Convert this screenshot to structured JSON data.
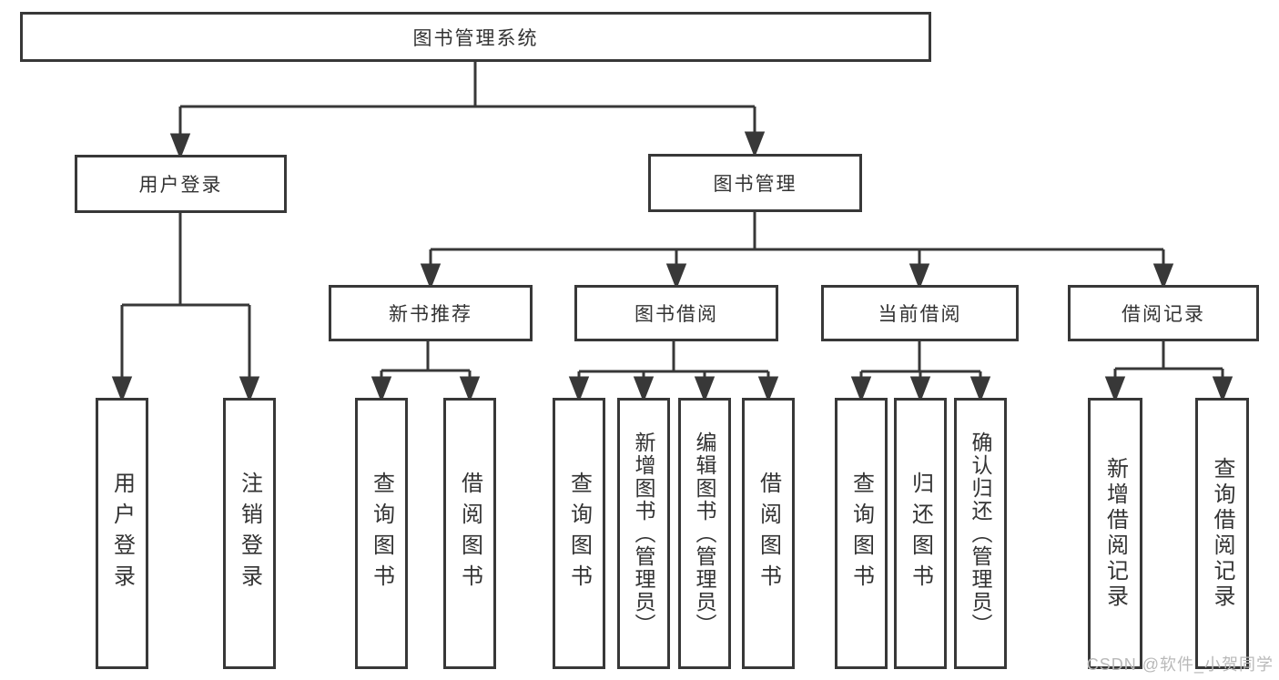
{
  "diagram": {
    "root": {
      "id": "library-system",
      "label": "图书管理系统"
    },
    "branches": [
      {
        "id": "user-login",
        "label": "用户登录",
        "children": [
          {
            "id": "user-login-leaf",
            "label": "用户登录"
          },
          {
            "id": "logout-leaf",
            "label": "注销登录"
          }
        ]
      },
      {
        "id": "book-management",
        "label": "图书管理",
        "children": [
          {
            "id": "new-book-recommend",
            "label": "新书推荐",
            "children": [
              {
                "id": "query-books",
                "label": "查询图书"
              },
              {
                "id": "borrow-books",
                "label": "借阅图书"
              }
            ]
          },
          {
            "id": "book-borrowing",
            "label": "图书借阅",
            "children": [
              {
                "id": "query-books",
                "label": "查询图书"
              },
              {
                "id": "add-books-admin",
                "label": "新增图书（管理员）"
              },
              {
                "id": "edit-books-admin",
                "label": "编辑图书（管理员）"
              },
              {
                "id": "borrow-books",
                "label": "借阅图书"
              }
            ]
          },
          {
            "id": "current-borrowing",
            "label": "当前借阅",
            "children": [
              {
                "id": "query-books",
                "label": "查询图书"
              },
              {
                "id": "return-books",
                "label": "归还图书"
              },
              {
                "id": "confirm-return-admin",
                "label": "确认归还（管理员）"
              }
            ]
          },
          {
            "id": "borrow-records",
            "label": "借阅记录",
            "children": [
              {
                "id": "add-borrow-record",
                "label": "新增借阅记录"
              },
              {
                "id": "query-borrow-record",
                "label": "查询借阅记录"
              }
            ]
          }
        ]
      }
    ]
  },
  "watermark": {
    "text": "CSDN @软件_小贺同学"
  },
  "colors": {
    "line": "#383838",
    "text": "#333333",
    "box_fill": "#ffffff",
    "watermark": "#b9b9b9",
    "background": "#ffffff"
  }
}
